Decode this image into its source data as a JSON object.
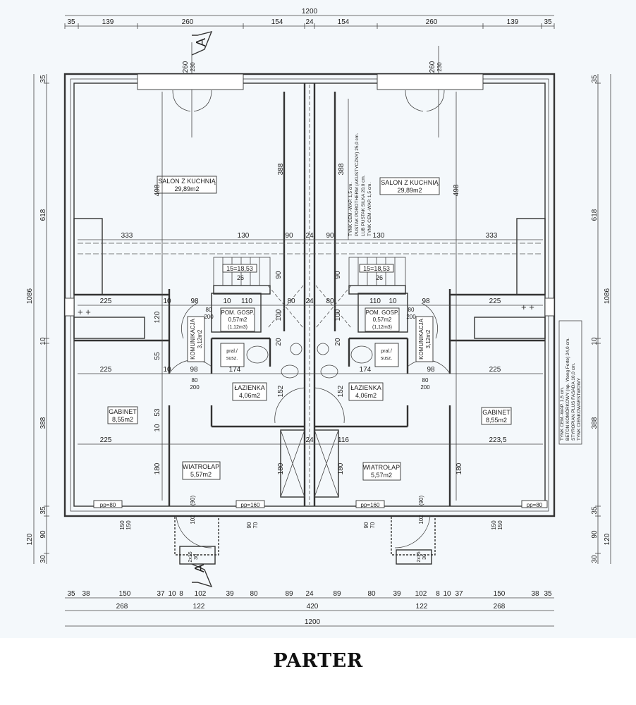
{
  "title": "PARTER",
  "section_marker": "A",
  "dims_top": {
    "total": "1200",
    "parts": [
      "35",
      "139",
      "260",
      "154",
      "24",
      "154",
      "260",
      "139",
      "35"
    ],
    "window_left": [
      "260",
      "230"
    ],
    "window_right": [
      "260",
      "230"
    ]
  },
  "dims_bottom": {
    "row1": [
      "35",
      "38",
      "150",
      "37",
      "10",
      "8",
      "102",
      "39",
      "80",
      "89",
      "24",
      "89",
      "80",
      "39",
      "102",
      "8",
      "10",
      "37",
      "150",
      "38",
      "35"
    ],
    "row2": [
      "268",
      "122",
      "420",
      "122",
      "268"
    ],
    "total": "1200"
  },
  "dims_left": {
    "total": "1086",
    "parts": [
      "35",
      "618",
      "10",
      "388",
      "35"
    ],
    "outer": [
      "120",
      "90",
      "30"
    ]
  },
  "dims_right": {
    "total": "1086",
    "parts": [
      "35",
      "618",
      "10",
      "388",
      "35"
    ],
    "outer": [
      "120",
      "90",
      "30"
    ]
  },
  "rooms": {
    "left": {
      "salon": {
        "name": "SALON Z KUCHNIĄ",
        "area": "29,89m2"
      },
      "pom_gosp": {
        "name": "POM. GOSP.",
        "area": "0,57m2",
        "volume": "(1,12m3)"
      },
      "komunikacja": {
        "name": "KOMUNIKACJA",
        "area": "3,12m2"
      },
      "lazienka": {
        "name": "ŁAZIENKA",
        "area": "4,06m2"
      },
      "gabinet": {
        "name": "GABINET",
        "area": "8,55m2"
      },
      "wiatrolap": {
        "name": "WIATROŁAP",
        "area": "5,57m2"
      }
    },
    "right": {
      "salon": {
        "name": "SALON Z KUCHNIĄ",
        "area": "29,89m2"
      },
      "pom_gosp": {
        "name": "POM. GOSP.",
        "area": "0,57m2",
        "volume": "(1,12m3)"
      },
      "komunikacja": {
        "name": "KOMUNIKACJA",
        "area": "3,12m2"
      },
      "lazienka": {
        "name": "ŁAZIENKA",
        "area": "4,06m2"
      },
      "gabinet": {
        "name": "GABINET",
        "area": "8,55m2"
      },
      "wiatrolap": {
        "name": "WIATROŁAP",
        "area": "5,57m2"
      }
    }
  },
  "fixtures": {
    "washer": [
      "pral./",
      "susz."
    ],
    "stairs": "15=18,53",
    "stair_tread": "26"
  },
  "interior_dims": [
    "498",
    "388",
    "388",
    "498",
    "333",
    "130",
    "90",
    "24",
    "90",
    "130",
    "333",
    "225",
    "10",
    "98",
    "110",
    "80",
    "24",
    "80",
    "110",
    "98",
    "225",
    "120",
    "55",
    "225",
    "10",
    "98",
    "174",
    "174",
    "98",
    "225",
    "152",
    "152",
    "53",
    "10",
    "225",
    "223,5",
    "180",
    "180",
    "180",
    "180",
    "116",
    "24",
    "100",
    "100",
    "90",
    "90",
    "80",
    "200",
    "80",
    "200",
    "80",
    "200",
    "80",
    "200",
    "10",
    "10",
    "20",
    "20"
  ],
  "openings": {
    "window_left": "pp=80",
    "window_center_left": "pp=160",
    "window_center_right": "pp=160",
    "window_right": "pp=80",
    "sill_a": [
      "150",
      "150"
    ],
    "sill_b": [
      "90",
      "70"
    ],
    "door": [
      "102",
      "(90)"
    ],
    "steps": [
      "2x15",
      "30"
    ]
  },
  "wall_notes": {
    "party_wall": [
      "TYNK CEM.-WAP. 1,5 cm.",
      "PUSTAK POROTHERM (AKUSTYCZNY) 25,0 cm.",
      "LUB PUSTAK SILKA 20,0 cm.",
      "TYNK CEM.-WAP. 1,5 cm."
    ],
    "external_wall": [
      "TYNK CEM.-WAP. 1,5 cm.",
      "BETON KOMÓRKOWY (np. Ytong Forte) 24,0 cm.",
      "STYROPIAN PLUS FASADA 10,0 cm.",
      "TYNK CIENKOWARSTWOWY"
    ]
  }
}
